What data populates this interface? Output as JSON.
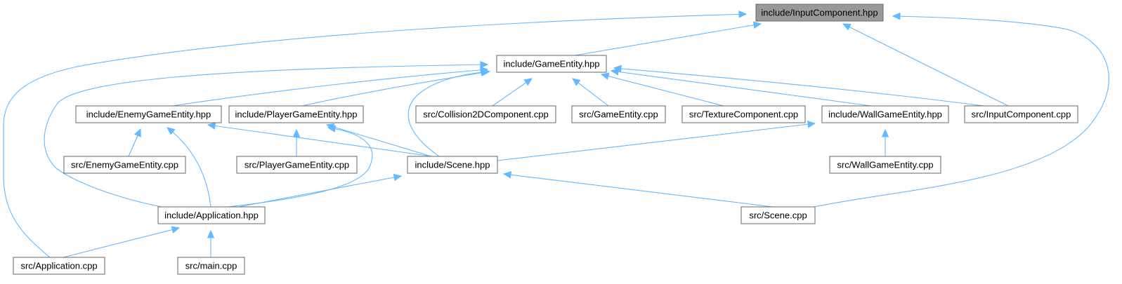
{
  "diagram": {
    "colors": {
      "edge": "#63b8ff",
      "node_border": "#666666",
      "root_fill": "#999999",
      "node_fill": "#ffffff"
    },
    "nodes": [
      {
        "id": "input_hpp",
        "label": "include/InputComponent.hpp",
        "root": true
      },
      {
        "id": "gameentity_hpp",
        "label": "include/GameEntity.hpp"
      },
      {
        "id": "enemy_hpp",
        "label": "include/EnemyGameEntity.hpp"
      },
      {
        "id": "player_hpp",
        "label": "include/PlayerGameEntity.hpp"
      },
      {
        "id": "coll_cpp",
        "label": "src/Collision2DComponent.cpp"
      },
      {
        "id": "ge_cpp",
        "label": "src/GameEntity.cpp"
      },
      {
        "id": "tex_cpp",
        "label": "src/TextureComponent.cpp"
      },
      {
        "id": "wall_hpp",
        "label": "include/WallGameEntity.hpp"
      },
      {
        "id": "input_cpp",
        "label": "src/InputComponent.cpp"
      },
      {
        "id": "enemy_cpp",
        "label": "src/EnemyGameEntity.cpp"
      },
      {
        "id": "player_cpp",
        "label": "src/PlayerGameEntity.cpp"
      },
      {
        "id": "scene_hpp",
        "label": "include/Scene.hpp"
      },
      {
        "id": "wall_cpp",
        "label": "src/WallGameEntity.cpp"
      },
      {
        "id": "app_hpp",
        "label": "include/Application.hpp"
      },
      {
        "id": "scene_cpp",
        "label": "src/Scene.cpp"
      },
      {
        "id": "app_cpp",
        "label": "src/Application.cpp"
      },
      {
        "id": "main_cpp",
        "label": "src/main.cpp"
      }
    ],
    "edges": [
      {
        "from": "gameentity_hpp",
        "to": "input_hpp"
      },
      {
        "from": "input_cpp",
        "to": "input_hpp"
      },
      {
        "from": "app_cpp",
        "to": "input_hpp"
      },
      {
        "from": "scene_cpp",
        "to": "input_hpp"
      },
      {
        "from": "enemy_hpp",
        "to": "gameentity_hpp"
      },
      {
        "from": "player_hpp",
        "to": "gameentity_hpp"
      },
      {
        "from": "coll_cpp",
        "to": "gameentity_hpp"
      },
      {
        "from": "ge_cpp",
        "to": "gameentity_hpp"
      },
      {
        "from": "tex_cpp",
        "to": "gameentity_hpp"
      },
      {
        "from": "wall_hpp",
        "to": "gameentity_hpp"
      },
      {
        "from": "input_cpp",
        "to": "gameentity_hpp"
      },
      {
        "from": "scene_hpp",
        "to": "gameentity_hpp"
      },
      {
        "from": "app_hpp",
        "to": "gameentity_hpp"
      },
      {
        "from": "enemy_cpp",
        "to": "enemy_hpp"
      },
      {
        "from": "scene_hpp",
        "to": "enemy_hpp"
      },
      {
        "from": "app_hpp",
        "to": "enemy_hpp"
      },
      {
        "from": "player_cpp",
        "to": "player_hpp"
      },
      {
        "from": "scene_hpp",
        "to": "player_hpp"
      },
      {
        "from": "app_hpp",
        "to": "player_hpp"
      },
      {
        "from": "wall_cpp",
        "to": "wall_hpp"
      },
      {
        "from": "scene_hpp",
        "to": "wall_hpp"
      },
      {
        "from": "app_hpp",
        "to": "scene_hpp"
      },
      {
        "from": "scene_cpp",
        "to": "scene_hpp"
      },
      {
        "from": "app_cpp",
        "to": "app_hpp"
      },
      {
        "from": "main_cpp",
        "to": "app_hpp"
      }
    ]
  }
}
